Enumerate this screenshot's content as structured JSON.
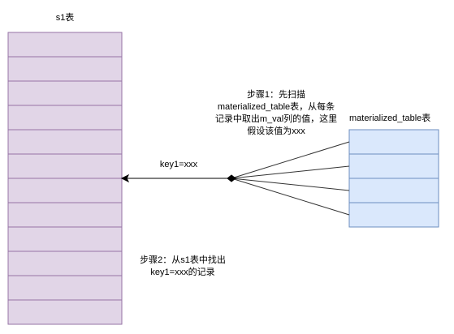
{
  "s1_table": {
    "title": "s1表",
    "row_count": 12,
    "fill": "#e1d5e7",
    "stroke": "#9673a6"
  },
  "materialized_table": {
    "title": "materialized_table表",
    "row_count": 4,
    "fill": "#dae8fc",
    "stroke": "#6c8ebf"
  },
  "edge_label": "key1=xxx",
  "step1_lines": [
    "步骤1：先扫描",
    "materialized_table表，从每条",
    "记录中取出m_val列的值，这里",
    "假设该值为xxx"
  ],
  "step2_lines": [
    "步骤2：从s1表中找出",
    "key1=xxx的记录"
  ],
  "line_color": "#333333"
}
